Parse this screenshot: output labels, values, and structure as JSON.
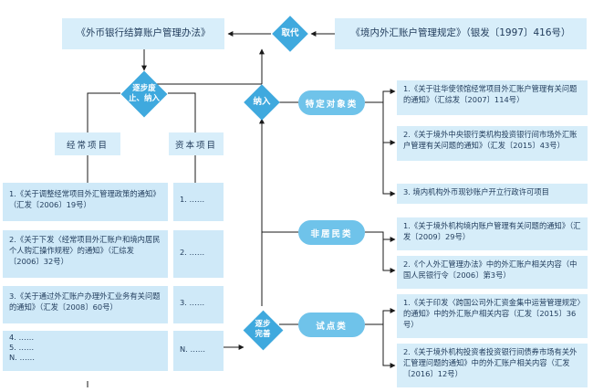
{
  "top": {
    "left_box": "《外币银行结算账户管理办法》",
    "replace_label": "取代",
    "right_box": "《境内外汇账户管理规定》（银发〔1997〕416号）"
  },
  "phase_out": {
    "label_line1": "逐步废",
    "label_line2": "止、纳入"
  },
  "incorporate": {
    "label": "纳入"
  },
  "gradual": {
    "label_line1": "逐步",
    "label_line2": "完善"
  },
  "columns": {
    "current_account": "经常项目",
    "capital_account": "资本项目"
  },
  "current_items": [
    "1.《关于调整经常项目外汇管理政策的通知》（汇发〔2006〕19号）",
    "2.《关于下发〈经常项目外汇账户和境内居民个人购汇操作规程〉的通知》（汇综发〔2006〕32号）",
    "3.《关于通过外汇账户办理外汇业务有关问题的通知》（汇发〔2008〕60号）",
    "4. ……",
    "5. ……",
    "N. ……"
  ],
  "capital_items": [
    "1. ……",
    "2. ……",
    "3. ……",
    "N. ……"
  ],
  "categories": {
    "specific": "特定对象类",
    "nonresident": "非居民类",
    "pilot": "试点类"
  },
  "specific_items": [
    "1.《关于驻华使领馆经常项目外汇账户管理有关问题的通知》（汇综发〔2007〕114号）",
    "2.《关于境外中央银行类机构投资银行间市场外汇账户管理有关问题的通知》（汇发〔2015〕43号）",
    "3. 境内机构外币现钞账户开立行政许可项目"
  ],
  "nonresident_items": [
    "1.《关于境外机构境内账户管理有关问题的通知》（汇发〔2009〕29号）",
    "2.《个人外汇管理办法》中的外汇账户相关内容（中国人民银行令〔2006〕第3号）"
  ],
  "pilot_items": [
    "1.《关于印发〈跨国公司外汇资金集中运营管理规定〉的通知》中的外汇账户相关内容（汇发〔2015〕36号）",
    "2.《关于境外机构投资者投资银行间债券市场有关外汇管理问题的通知》中的外汇账户相关内容（汇发〔2016〕12号）"
  ]
}
